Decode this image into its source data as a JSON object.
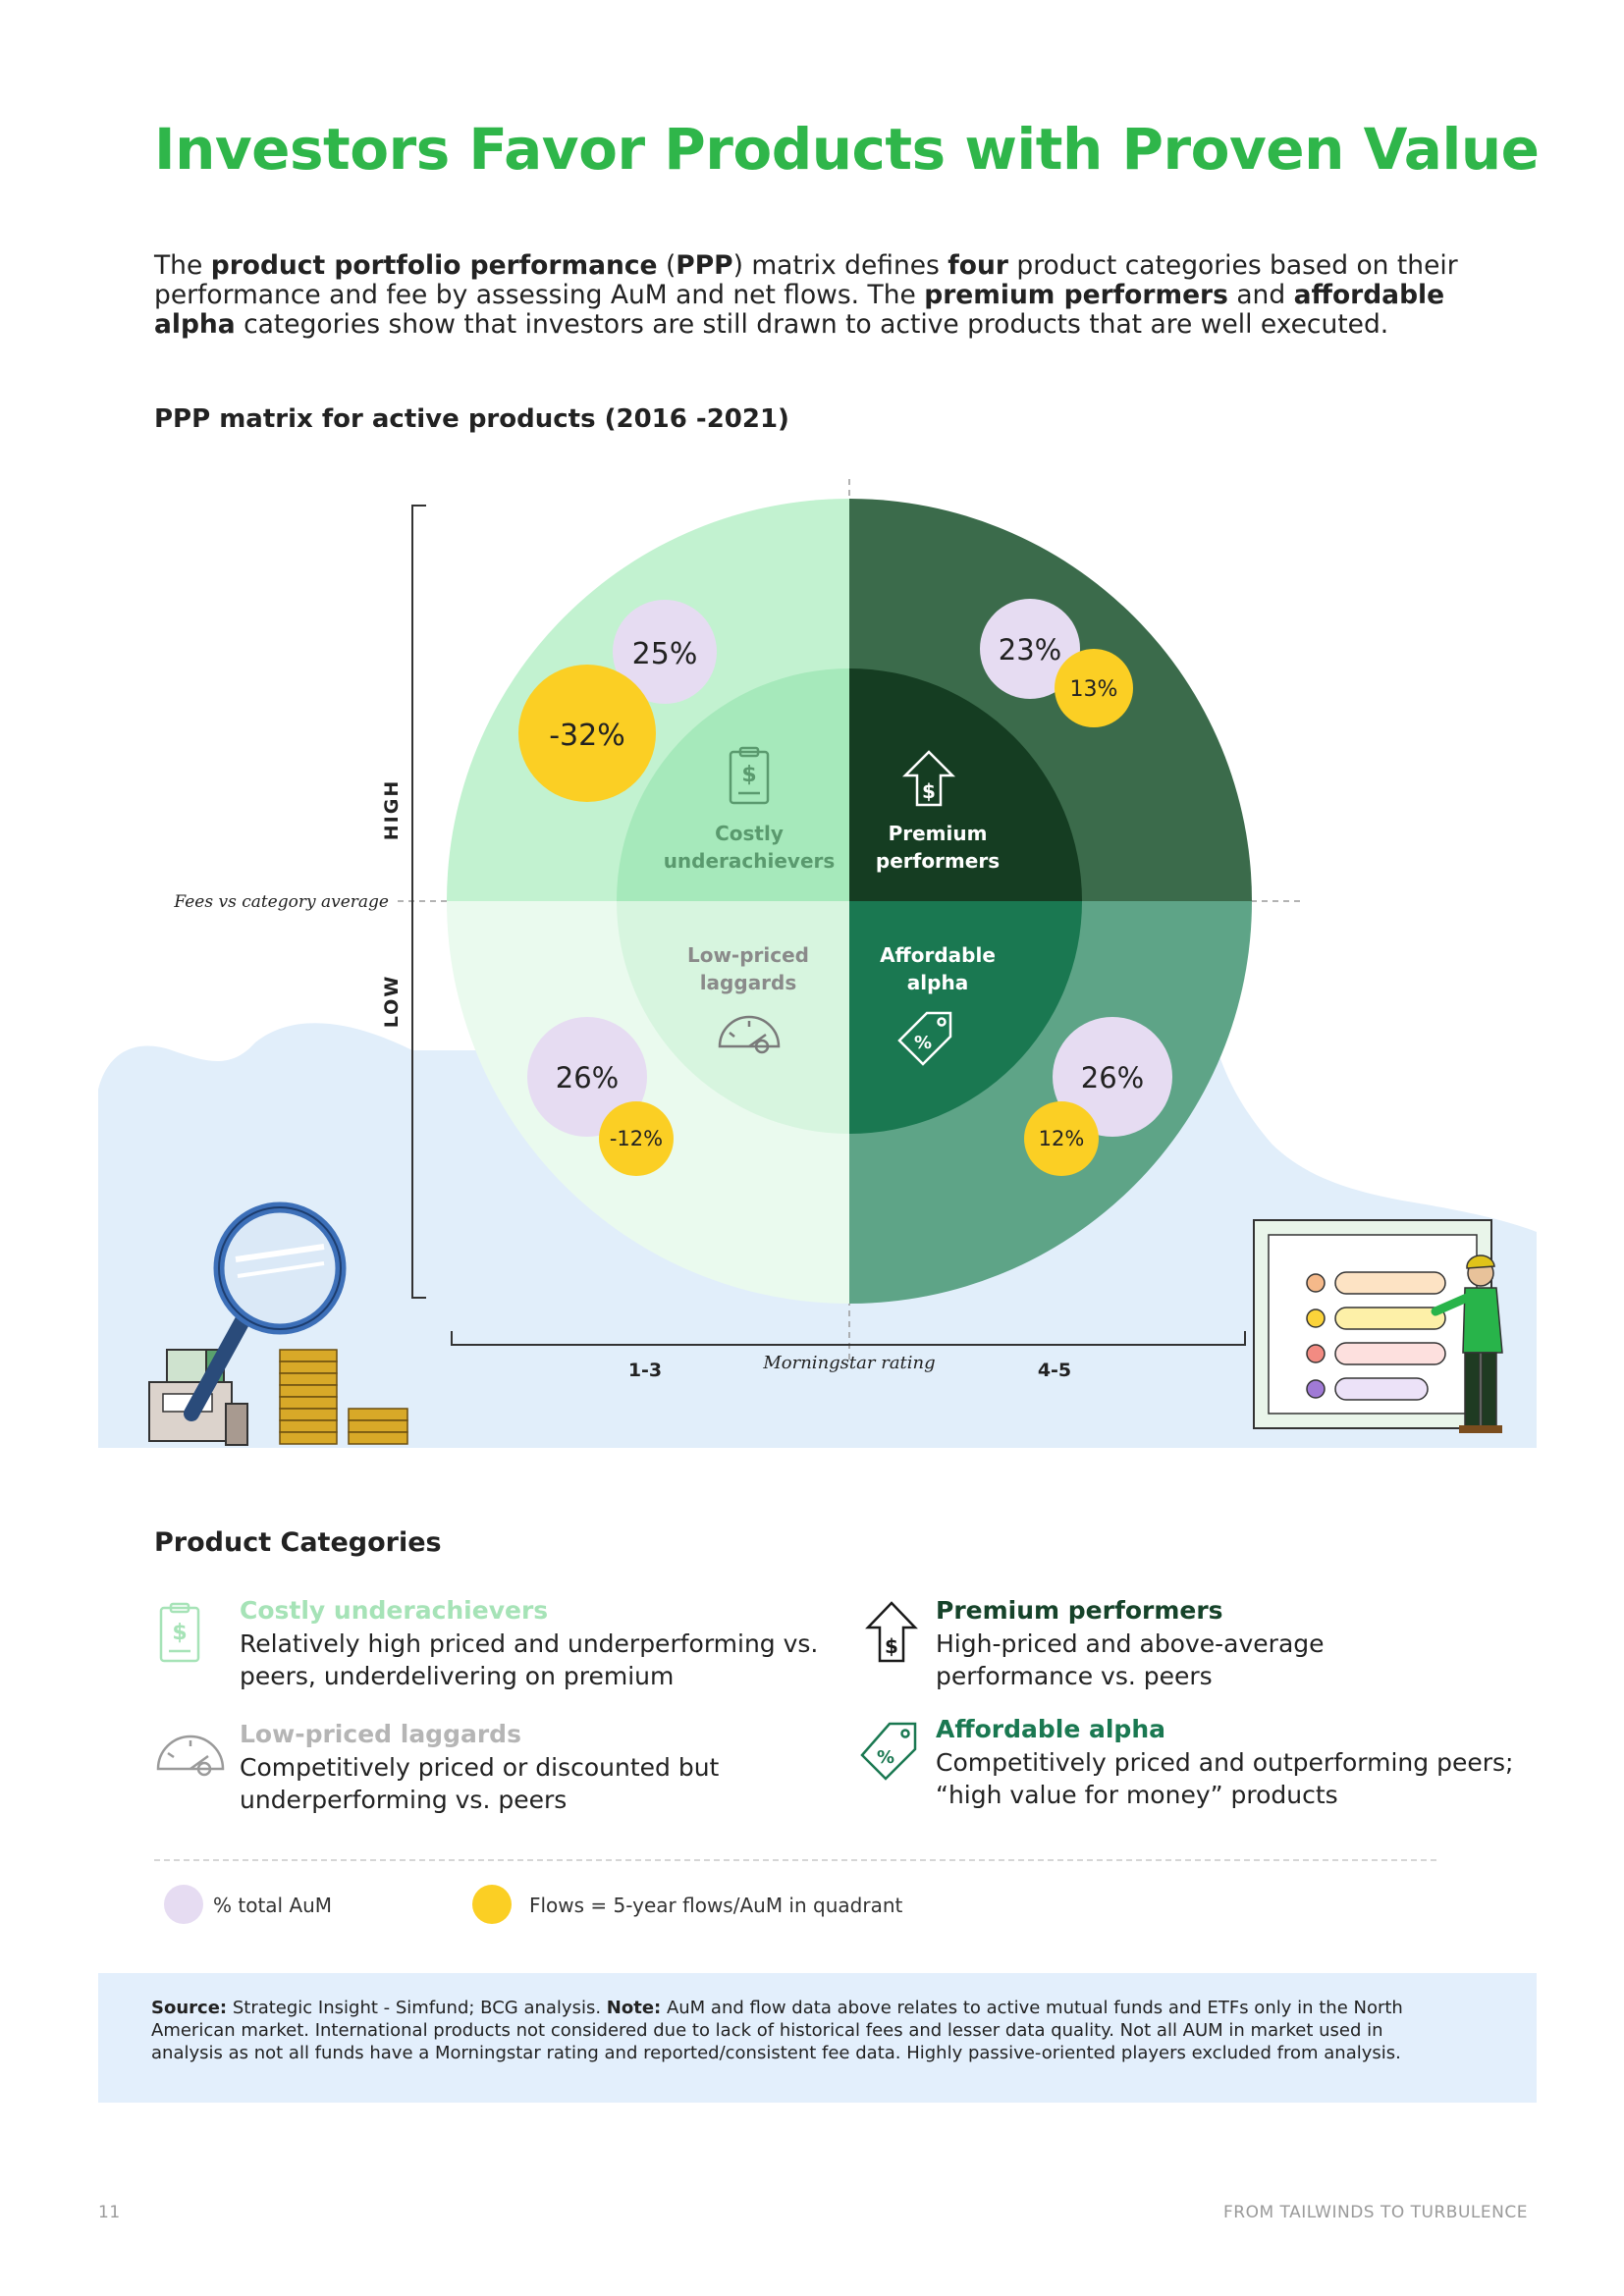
{
  "page": {
    "title": "Investors Favor Products with Proven Value",
    "intro": [
      {
        "t": "The ",
        "b": false
      },
      {
        "t": "product portfolio performance",
        "b": true
      },
      {
        "t": " (",
        "b": false
      },
      {
        "t": "PPP",
        "b": true
      },
      {
        "t": ") matrix defines ",
        "b": false
      },
      {
        "t": "four",
        "b": true
      },
      {
        "t": " product categories based on their performance and fee by assessing AuM and net flows. The ",
        "b": false
      },
      {
        "t": "premium performers",
        "b": true
      },
      {
        "t": " and ",
        "b": false
      },
      {
        "t": "affordable alpha",
        "b": true
      },
      {
        "t": " categories show that investors are still drawn to active products that are well executed.",
        "b": false
      }
    ],
    "matrix_title": "PPP matrix for active products (2016 -2021)",
    "page_number": "11",
    "footer_text": "FROM TAILWINDS TO TURBULENCE"
  },
  "matrix": {
    "y_axis_title": "Fees vs category average",
    "y_high": "HIGH",
    "y_low": "LOW",
    "x_axis_title": "Morningstar rating",
    "x_low": "1-3",
    "x_high": "4-5",
    "quadrants": {
      "costly": {
        "line1": "Costly",
        "line2": "underachievers",
        "aum": "25%",
        "flow": "-32%"
      },
      "premium": {
        "line1": "Premium",
        "line2": "performers",
        "aum": "23%",
        "flow": "13%"
      },
      "laggards": {
        "line1": "Low-priced",
        "line2": "laggards",
        "aum": "26%",
        "flow": "-12%"
      },
      "alpha": {
        "line1": "Affordable",
        "line2": "alpha",
        "aum": "26%",
        "flow": "12%"
      }
    },
    "colors": {
      "costly_outer": "#c2f2d0",
      "costly_inner": "#a6e9bb",
      "premium_outer": "#3b6b4b",
      "premium_inner": "#153d22",
      "laggards_outer": "#eafaee",
      "laggards_inner": "#d7f5df",
      "alpha_outer": "#5ea487",
      "alpha_inner": "#1a7851",
      "aum_bubble": "#e6dcf2",
      "flow_bubble": "#fbcf24"
    }
  },
  "categories": {
    "title": "Product Categories",
    "items": {
      "costly": {
        "name": "Costly underachievers",
        "desc1": "Relatively high priced and underperforming vs.",
        "desc2": "peers, underdelivering on premium"
      },
      "laggards": {
        "name": "Low-priced laggards",
        "desc1": "Competitively priced or discounted but",
        "desc2": "underperforming vs. peers"
      },
      "premium": {
        "name": "Premium performers",
        "desc1": "High-priced and above-average",
        "desc2": "performance vs. peers"
      },
      "alpha": {
        "name": "Affordable alpha",
        "desc1": "Competitively priced and outperforming peers;",
        "desc2": "“high value for money” products"
      }
    },
    "legend": {
      "aum": "% total AuM",
      "flows": "Flows = 5-year flows/AuM in quadrant"
    }
  },
  "source": [
    {
      "t": "Source:",
      "b": true
    },
    {
      "t": " Strategic Insight - Simfund; BCG analysis. ",
      "b": false
    },
    {
      "t": "Note:",
      "b": true
    },
    {
      "t": " AuM and flow data above relates to active mutual funds and ETFs only in the North American market. International products not considered due to lack of historical fees and lesser data quality. Not all AUM in market used in analysis as not all funds have a Morningstar rating and reported/consistent fee data. Highly passive-oriented players excluded from analysis.",
      "b": false
    }
  ]
}
